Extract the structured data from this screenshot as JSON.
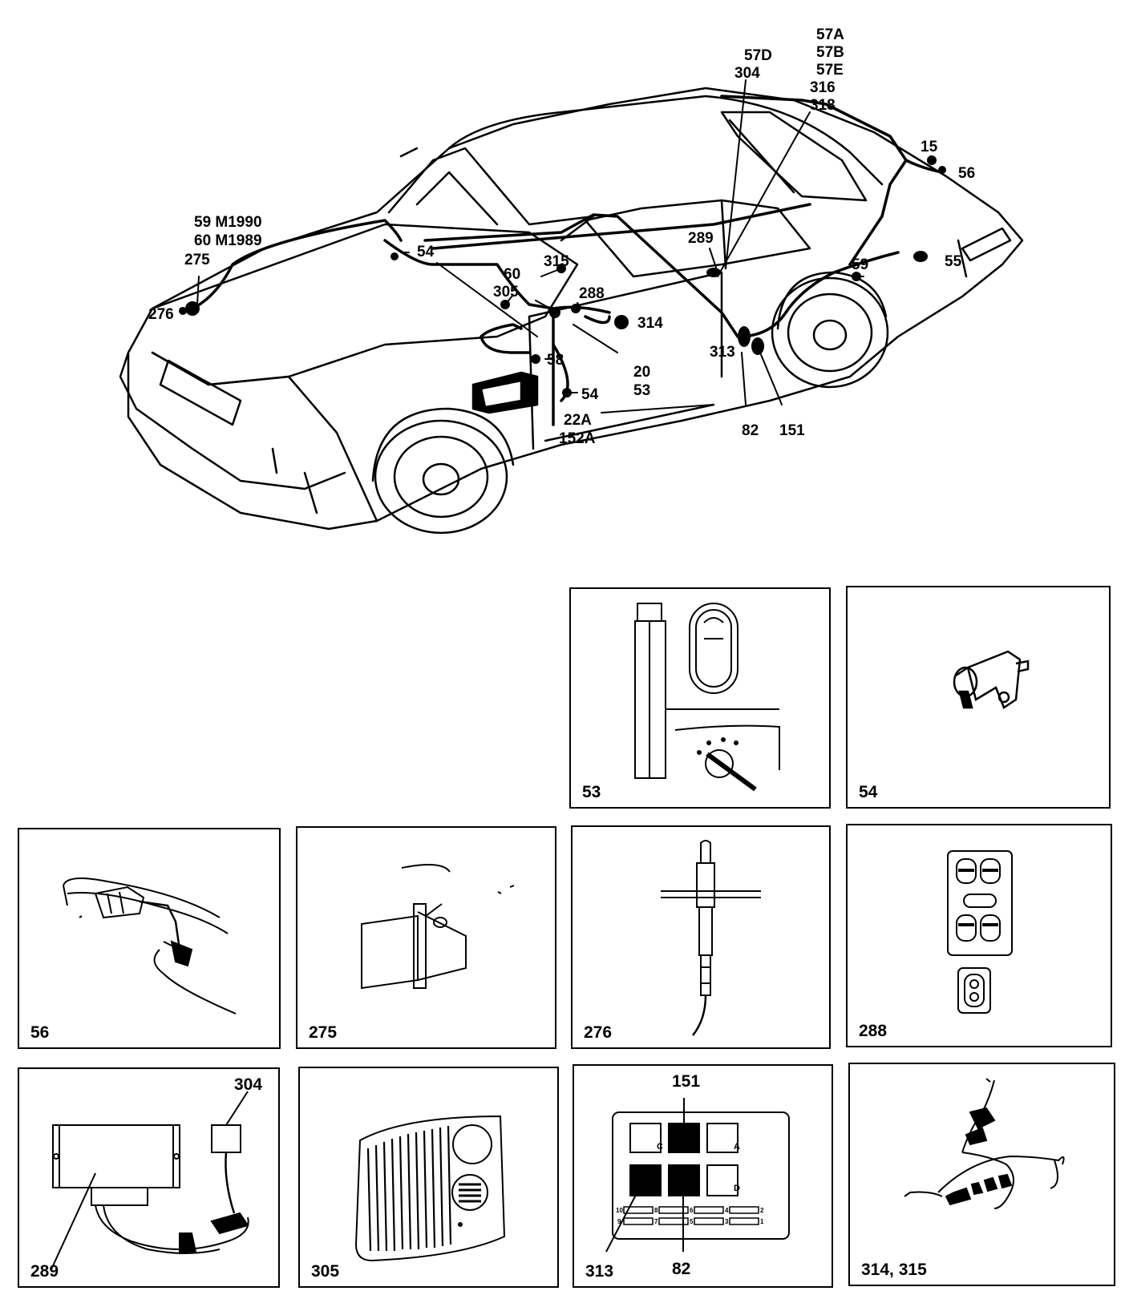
{
  "callouts": {
    "c57a": "57A",
    "c57b": "57B",
    "c57e": "57E",
    "c57d": "57D",
    "c304": "304",
    "c316": "316",
    "c318": "318",
    "c59m": "59 M1990",
    "c60m": "60 M1989",
    "c275": "275",
    "c276": "276",
    "c54a": "54",
    "c60": "60",
    "c315": "315",
    "c305": "305",
    "c288": "288",
    "c314": "314",
    "c289": "289",
    "c58": "58",
    "c20": "20",
    "c53": "53",
    "c54b": "54",
    "c22a": "22A",
    "c152a": "152A",
    "c313": "313",
    "c82": "82",
    "c151": "151",
    "c15": "15",
    "c56": "56",
    "c59": "59",
    "c55": "55"
  },
  "panels": [
    {
      "label": "53"
    },
    {
      "label": "54"
    },
    {
      "label": "56"
    },
    {
      "label": "275"
    },
    {
      "label": "276"
    },
    {
      "label": "288"
    },
    {
      "label": "289"
    },
    {
      "label": "305"
    },
    {
      "label": "313"
    },
    {
      "label": "314, 315"
    }
  ],
  "panel_inner": {
    "p289_304": "304",
    "p313_151": "151",
    "p313_82": "82",
    "fuse": {
      "c": "C",
      "a": "A",
      "d": "D",
      "n10": "10",
      "n9": "9",
      "n8": "8",
      "n7": "7",
      "n6": "6",
      "n5": "5",
      "n4": "4",
      "n3": "3",
      "n2": "2",
      "n1": "1"
    }
  }
}
